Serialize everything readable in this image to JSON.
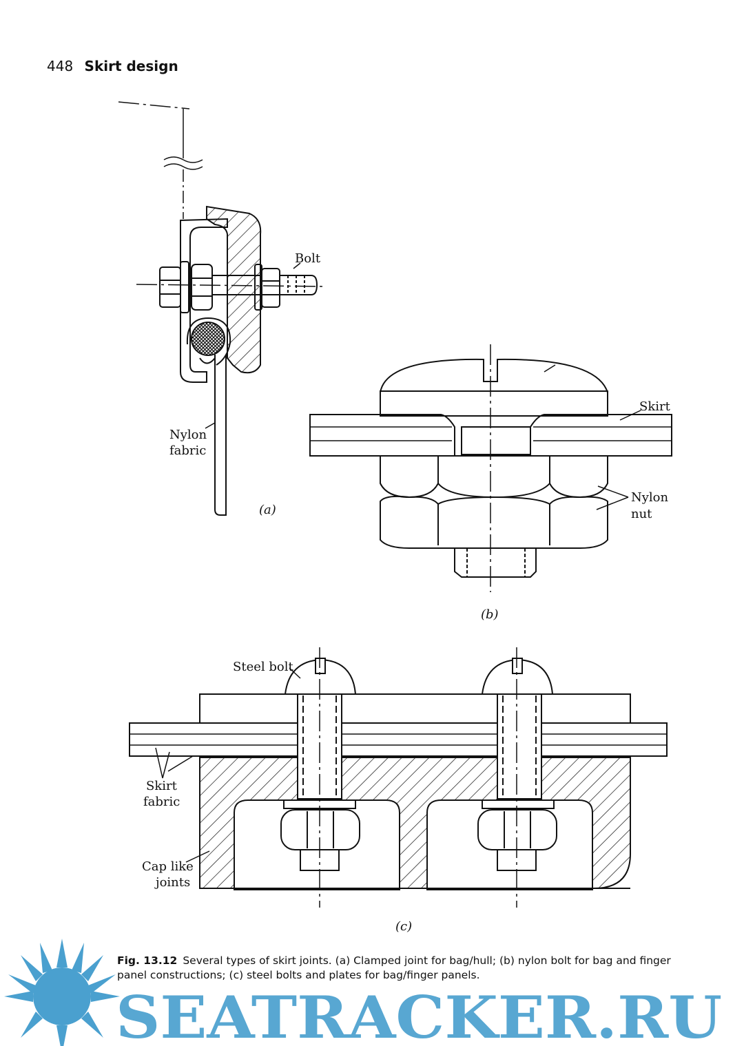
{
  "header": {
    "page_number": "448",
    "section_title": "Skirt design"
  },
  "figure_a": {
    "label_bolt": "Bolt",
    "label_nylon_line1": "Nylon",
    "label_nylon_line2": "fabric",
    "caption_tag": "(a)"
  },
  "figure_b": {
    "label_skirt": "Skirt",
    "label_nylon_line1": "Nylon",
    "label_nylon_line2": "nut",
    "caption_tag": "(b)"
  },
  "figure_c": {
    "label_steel_bolt": "Steel bolt",
    "label_skirt_line1": "Skirt",
    "label_skirt_line2": "fabric",
    "label_cap_line1": "Cap like",
    "label_cap_line2": "joints",
    "caption_tag": "(c)"
  },
  "caption": {
    "figure_number": "Fig. 13.12",
    "text": "Several types of skirt joints. (a) Clamped joint for bag/hull; (b) nylon bolt for bag and finger panel constructions; (c) steel bolts and plates for bag/finger panels."
  },
  "watermark": {
    "text": "SEATRACKER.RU",
    "color": "#4aa0cf"
  }
}
